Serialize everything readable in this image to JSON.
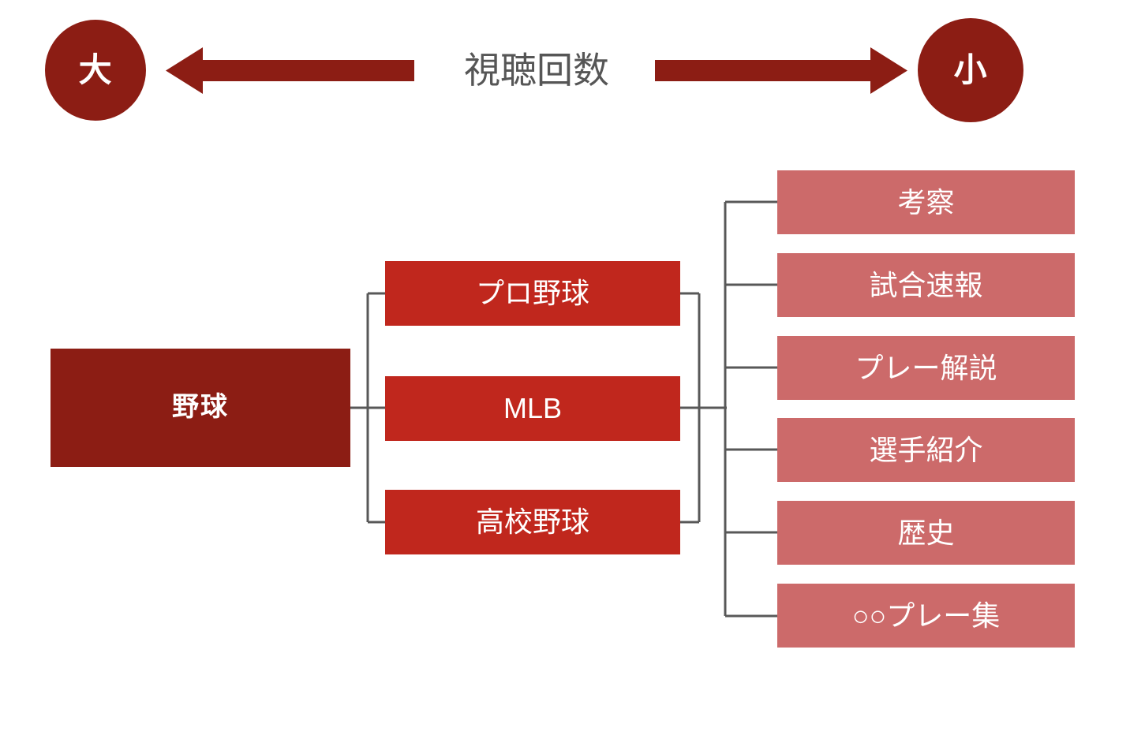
{
  "scale": {
    "left_circle_label": "大",
    "right_circle_label": "小",
    "axis_label": "視聴回数",
    "left_arrow_icon": "arrow-left-icon",
    "right_arrow_icon": "arrow-right-icon"
  },
  "colors": {
    "dark_red": "#8C1D14",
    "mid_red": "#C0271D",
    "light_red": "#CC6A6A",
    "connector_gray": "#585858",
    "label_gray": "#565656",
    "text_white": "#FFFFFF",
    "background": "#FFFFFF"
  },
  "tree": {
    "root": {
      "label": "野球"
    },
    "level2": [
      {
        "label": "プロ野球"
      },
      {
        "label": "MLB"
      },
      {
        "label": "高校野球"
      }
    ],
    "level3": [
      {
        "label": "考察"
      },
      {
        "label": "試合速報"
      },
      {
        "label": "プレー解説"
      },
      {
        "label": "選手紹介"
      },
      {
        "label": "歴史"
      },
      {
        "label": "○○プレー集"
      }
    ]
  }
}
